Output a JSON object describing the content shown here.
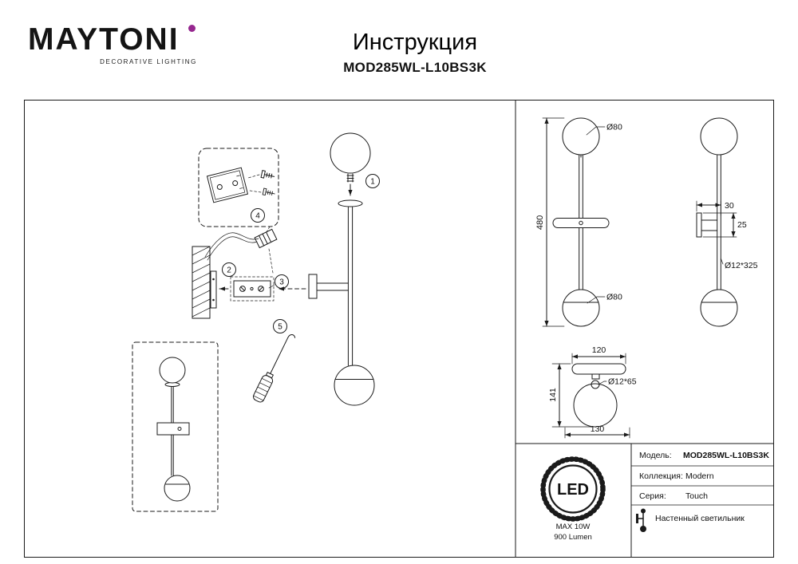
{
  "header": {
    "brand": "MAYTONI",
    "brand_tagline": "DECORATIVE LIGHTING",
    "doc_title": "Инструкция",
    "model_code": "MOD285WL-L10BS3K"
  },
  "assembly_steps": {
    "step1": "1",
    "step2": "2",
    "step3": "3",
    "step4": "4",
    "step5": "5"
  },
  "dimensions": {
    "front_top_sphere": "Ø80",
    "front_bottom_sphere": "Ø80",
    "front_total_height": "480",
    "side_bracket_depth": "30",
    "side_bracket_height": "25",
    "side_rod_size": "Ø12*325",
    "plan_plate_width": "120",
    "plan_total_depth": "141",
    "plan_rod_size": "Ø12*65",
    "plan_base_width": "130"
  },
  "spec_badge": {
    "led": "LED",
    "max_power": "MAX 10W",
    "luminous_flux": "900 Lumen"
  },
  "product_info": {
    "model_label": "Модель:",
    "model_value": "MOD285WL-L10BS3K",
    "collection_label": "Коллекция:",
    "collection_value": "Modern",
    "series_label": "Серия:",
    "series_value": "Touch",
    "product_type": "Настенный светильник"
  }
}
